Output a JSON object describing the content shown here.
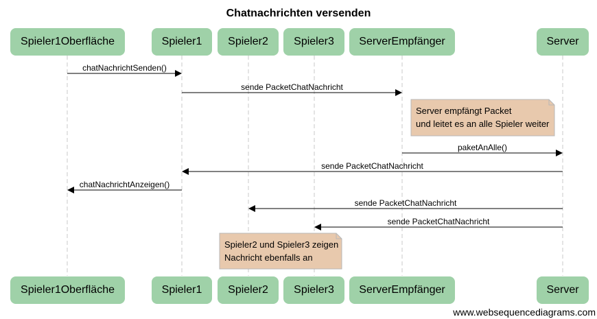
{
  "title": "Chatnachrichten versenden",
  "actors": [
    "Spieler1Oberfläche",
    "Spieler1",
    "Spieler2",
    "Spieler3",
    "ServerEmpfänger",
    "Server"
  ],
  "messages": {
    "m1": "chatNachrichtSenden()",
    "m2": "sende PacketChatNachricht",
    "m3": "paketAnAlle()",
    "m4": "sende PacketChatNachricht",
    "m5": "chatNachrichtAnzeigen()",
    "m6": "sende PacketChatNachricht",
    "m7": "sende PacketChatNachricht"
  },
  "notes": {
    "note1": [
      "Server empfängt Packet",
      "und leitet es an alle Spieler weiter"
    ],
    "note2": [
      "Spieler2 und Spieler3 zeigen",
      "Nachricht ebenfalls an"
    ]
  },
  "footer": "www.websequencediagrams.com",
  "colors": {
    "actor_fill": "#9fd1a8",
    "note_fill": "#e8c9ad",
    "lifeline": "#c8c8c8"
  }
}
